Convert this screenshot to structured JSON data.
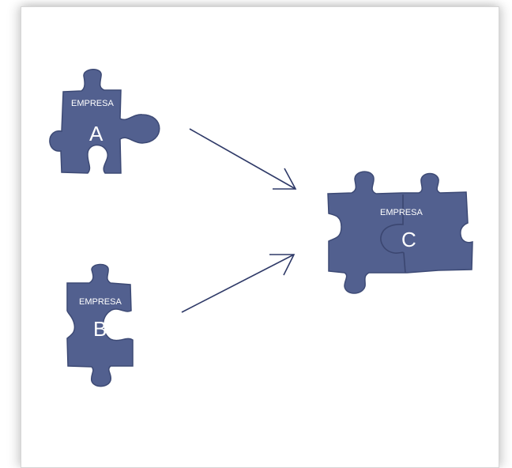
{
  "pieces": {
    "a": {
      "label": "EMPRESA",
      "letter": "A"
    },
    "b": {
      "label": "EMPRESA",
      "letter": "B"
    },
    "c": {
      "label": "EMPRESA",
      "letter": "C"
    }
  },
  "colors": {
    "piece": "#52608f",
    "arrow": "#2f3a68"
  }
}
